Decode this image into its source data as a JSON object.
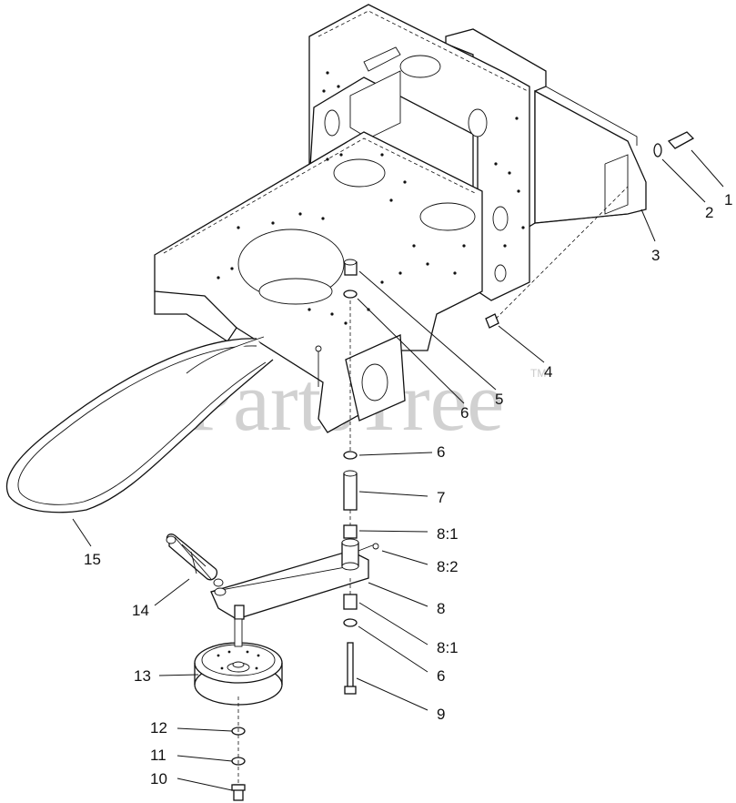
{
  "watermark": {
    "brand": "PartsTree",
    "trademark": "TM"
  },
  "callouts": [
    {
      "id": "c1",
      "label": "1"
    },
    {
      "id": "c2",
      "label": "2"
    },
    {
      "id": "c3",
      "label": "3"
    },
    {
      "id": "c4",
      "label": "4"
    },
    {
      "id": "c5",
      "label": "5"
    },
    {
      "id": "c6a",
      "label": "6"
    },
    {
      "id": "c6b",
      "label": "6"
    },
    {
      "id": "c7",
      "label": "7"
    },
    {
      "id": "c81a",
      "label": "8:1"
    },
    {
      "id": "c82",
      "label": "8:2"
    },
    {
      "id": "c8",
      "label": "8"
    },
    {
      "id": "c81b",
      "label": "8:1"
    },
    {
      "id": "c6c",
      "label": "6"
    },
    {
      "id": "c9",
      "label": "9"
    },
    {
      "id": "c10",
      "label": "10"
    },
    {
      "id": "c11",
      "label": "11"
    },
    {
      "id": "c12",
      "label": "12"
    },
    {
      "id": "c13",
      "label": "13"
    },
    {
      "id": "c14",
      "label": "14"
    },
    {
      "id": "c15",
      "label": "15"
    }
  ]
}
